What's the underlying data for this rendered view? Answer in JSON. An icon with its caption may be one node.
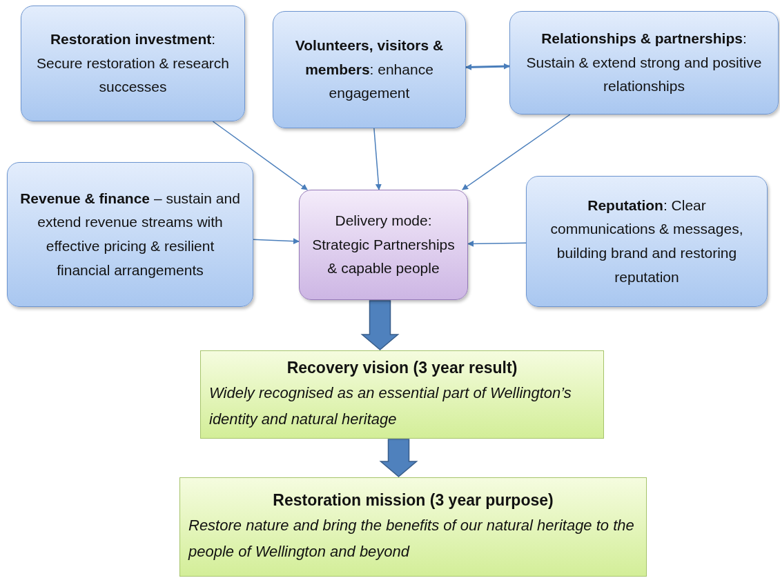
{
  "diagram": {
    "nodes": [
      {
        "text": [
          "**Restoration investment**: Secure restoration & research successes"
        ]
      },
      {
        "text": [
          "**Volunteers, visitors & members**:  enhance engagement"
        ]
      },
      {
        "text": [
          "**Relationships & partnerships**: Sustain & extend strong and positive relationships"
        ]
      },
      {
        "text": [
          "**Revenue & finance** – sustain and extend revenue streams with effective pricing  & resilient financial arrangements"
        ]
      },
      {
        "text": [
          "Delivery mode: Strategic Partnerships & capable people"
        ]
      },
      {
        "text": [
          "**Reputation**:  Clear communications & messages, building brand and restoring reputation"
        ]
      },
      {
        "text": [
          "Recovery vision (3 year result)",
          "Widely recognised as an essential part  of Wellington’s identity and  natural heritage"
        ]
      },
      {
        "text": [
          "Restoration mission (3 year purpose)",
          "Restore nature and bring the benefits of our natural heritage  to the people of Wellington and beyond"
        ]
      }
    ],
    "edges": [
      {
        "from": 0,
        "to": 4,
        "arrow": "to"
      },
      {
        "from": 1,
        "to": 4,
        "arrow": "to"
      },
      {
        "from": 2,
        "to": 4,
        "arrow": "to"
      },
      {
        "from": 1,
        "to": 2,
        "arrow": "both"
      },
      {
        "from": 3,
        "to": 4,
        "arrow": "to"
      },
      {
        "from": 5,
        "to": 4,
        "arrow": "to"
      },
      {
        "from": 4,
        "to": 6,
        "arrow": "to",
        "style": "thick"
      },
      {
        "from": 6,
        "to": 7,
        "arrow": "to",
        "style": "thick"
      }
    ]
  }
}
